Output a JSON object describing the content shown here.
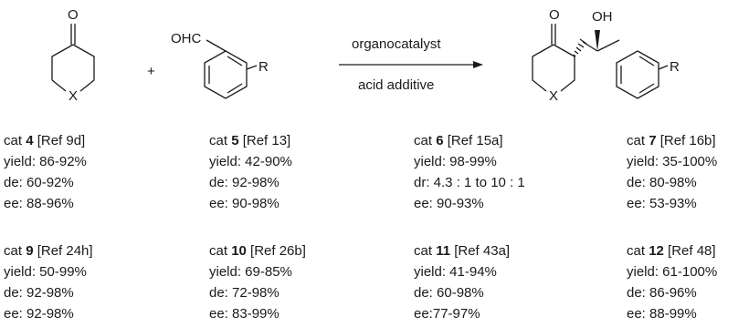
{
  "scheme": {
    "ketone_atoms": {
      "oxygen": "O",
      "heteroatom": "X"
    },
    "plus": "+",
    "aldehyde_atoms": {
      "formyl": "OHC",
      "substituent": "R"
    },
    "conditions": {
      "above": "organocatalyst",
      "below": "acid additive"
    },
    "product_atoms": {
      "ketone_oxygen": "O",
      "hydroxyl": "OH",
      "heteroatom": "X",
      "substituent": "R"
    }
  },
  "results": [
    {
      "cat_prefix": "cat ",
      "cat_num": "4",
      "ref": " [Ref 9d]",
      "lines": [
        "yield: 86-92%",
        "de: 60-92%",
        "ee: 88-96%"
      ]
    },
    {
      "cat_prefix": "cat ",
      "cat_num": "5",
      "ref": " [Ref 13]",
      "lines": [
        "yield: 42-90%",
        "de: 92-98%",
        "ee: 90-98%"
      ]
    },
    {
      "cat_prefix": "cat ",
      "cat_num": "6",
      "ref": " [Ref 15a]",
      "lines": [
        "yield: 98-99%",
        "dr: 4.3 : 1 to 10 : 1",
        "ee: 90-93%"
      ]
    },
    {
      "cat_prefix": "cat ",
      "cat_num": "7",
      "ref": " [Ref 16b]",
      "lines": [
        "yield: 35-100%",
        "de: 80-98%",
        "ee: 53-93%"
      ]
    },
    {
      "cat_prefix": "cat ",
      "cat_num": "9",
      "ref": " [Ref 24h]",
      "lines": [
        "yield: 50-99%",
        "de: 92-98%",
        "ee: 92-98%"
      ]
    },
    {
      "cat_prefix": "cat ",
      "cat_num": "10",
      "ref": " [Ref 26b]",
      "lines": [
        "yield: 69-85%",
        "de: 72-98%",
        "ee: 83-99%"
      ]
    },
    {
      "cat_prefix": "cat ",
      "cat_num": "11",
      "ref": " [Ref 43a]",
      "lines": [
        "yield: 41-94%",
        "de: 60-98%",
        "ee:77-97%"
      ]
    },
    {
      "cat_prefix": "cat ",
      "cat_num": "12",
      "ref": " [Ref 48]",
      "lines": [
        "yield: 61-100%",
        "de: 86-96%",
        "ee: 88-99%"
      ]
    }
  ]
}
